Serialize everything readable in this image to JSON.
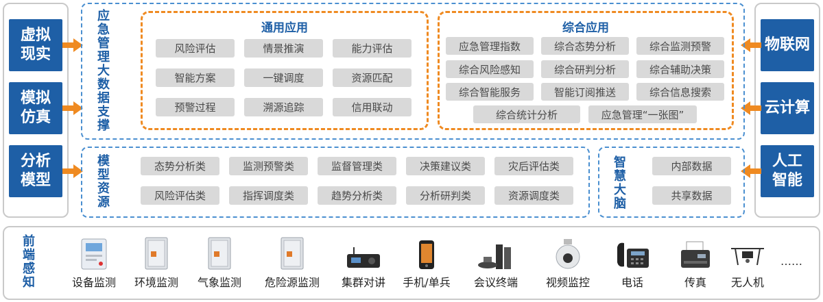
{
  "left_boxes": [
    "虚拟现实",
    "模拟仿真",
    "分析模型"
  ],
  "right_boxes": [
    "物联网",
    "云计算",
    "人工智能"
  ],
  "support": {
    "title": "应急管理大数据支撑",
    "general": {
      "title": "通用应用",
      "items": [
        "风险评估",
        "情景推演",
        "能力评估",
        "智能方案",
        "一键调度",
        "资源匹配",
        "预警过程",
        "溯源追踪",
        "信用联动"
      ]
    },
    "integrated": {
      "title": "综合应用",
      "items": [
        "应急管理指数",
        "综合态势分析",
        "综合监测预警",
        "综合风险感知",
        "综合研判分析",
        "综合辅助决策",
        "综合智能服务",
        "智能订阅推送",
        "综合信息搜索",
        "综合统计分析",
        "应急管理“一张图”"
      ]
    }
  },
  "model": {
    "title": "模型资源",
    "items": [
      "态势分析类",
      "监测预警类",
      "监督管理类",
      "决策建议类",
      "灾后评估类",
      "风险评估类",
      "指挥调度类",
      "趋势分析类",
      "分析研判类",
      "资源调度类"
    ]
  },
  "brain": {
    "title": "智慧大脑",
    "items": [
      "内部数据",
      "共享数据"
    ]
  },
  "perception": {
    "title": "前端感知",
    "devices": [
      {
        "label": "设备监测",
        "icon": "monitor-panel-icon"
      },
      {
        "label": "环境监测",
        "icon": "cabinet-icon"
      },
      {
        "label": "气象监测",
        "icon": "cabinet-icon"
      },
      {
        "label": "危险源监测",
        "icon": "cabinet-icon"
      },
      {
        "label": "集群对讲",
        "icon": "radio-icon"
      },
      {
        "label": "手机/单兵",
        "icon": "phone-icon"
      },
      {
        "label": "会议终端",
        "icon": "conference-icon"
      },
      {
        "label": "视频监控",
        "icon": "dome-camera-icon"
      },
      {
        "label": "电话",
        "icon": "telephone-icon"
      },
      {
        "label": "传真",
        "icon": "fax-icon"
      },
      {
        "label": "无人机",
        "icon": "drone-icon"
      }
    ],
    "more": "……"
  },
  "colors": {
    "accent_blue": "#1e5fa6",
    "dash_orange": "#ef8a21",
    "pill_gray": "#d9d9d9"
  }
}
